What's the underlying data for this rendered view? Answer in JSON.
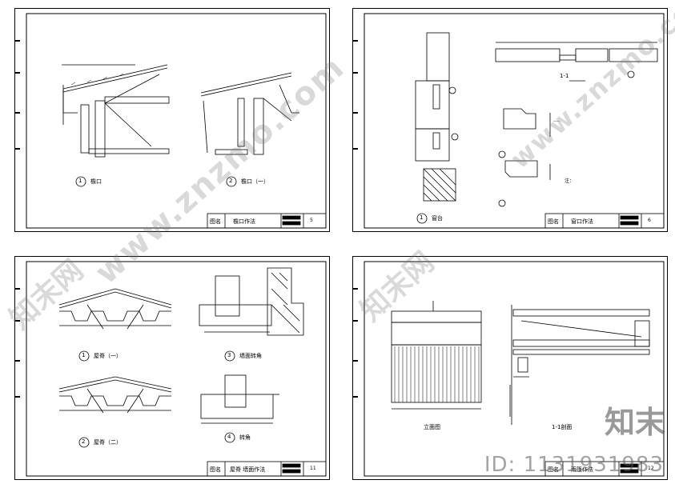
{
  "sheets": [
    {
      "details": [
        {
          "num": "1",
          "name": "檐口"
        },
        {
          "num": "2",
          "name": "檐口（一）"
        }
      ],
      "title_block": {
        "label": "图名",
        "title": "檐口作法",
        "page": "5"
      }
    },
    {
      "details": [
        {
          "num": "1",
          "name": "窗台"
        },
        {
          "num": "1-1",
          "name": ""
        }
      ],
      "notes_title": "注：",
      "title_block": {
        "label": "图名",
        "title": "窗口作法",
        "page": "6"
      }
    },
    {
      "details": [
        {
          "num": "1",
          "name": "屋脊（一）"
        },
        {
          "num": "2",
          "name": "屋脊（二）"
        },
        {
          "num": "3",
          "name": "墙面转角"
        },
        {
          "num": "4",
          "name": "转角"
        }
      ],
      "title_block": {
        "label": "图名",
        "title": "屋脊  墙面作法",
        "page": "11"
      }
    },
    {
      "details": [
        {
          "num": "",
          "name": "立面图"
        },
        {
          "num": "",
          "name": "1-1剖面"
        }
      ],
      "title_block": {
        "label": "图名",
        "title": "雨篷作法",
        "page": "12"
      }
    }
  ],
  "watermark": {
    "url": "www.znzmo.com",
    "logo_text": "知末网",
    "brand": "知末",
    "id_text": "ID: 1131931983"
  }
}
